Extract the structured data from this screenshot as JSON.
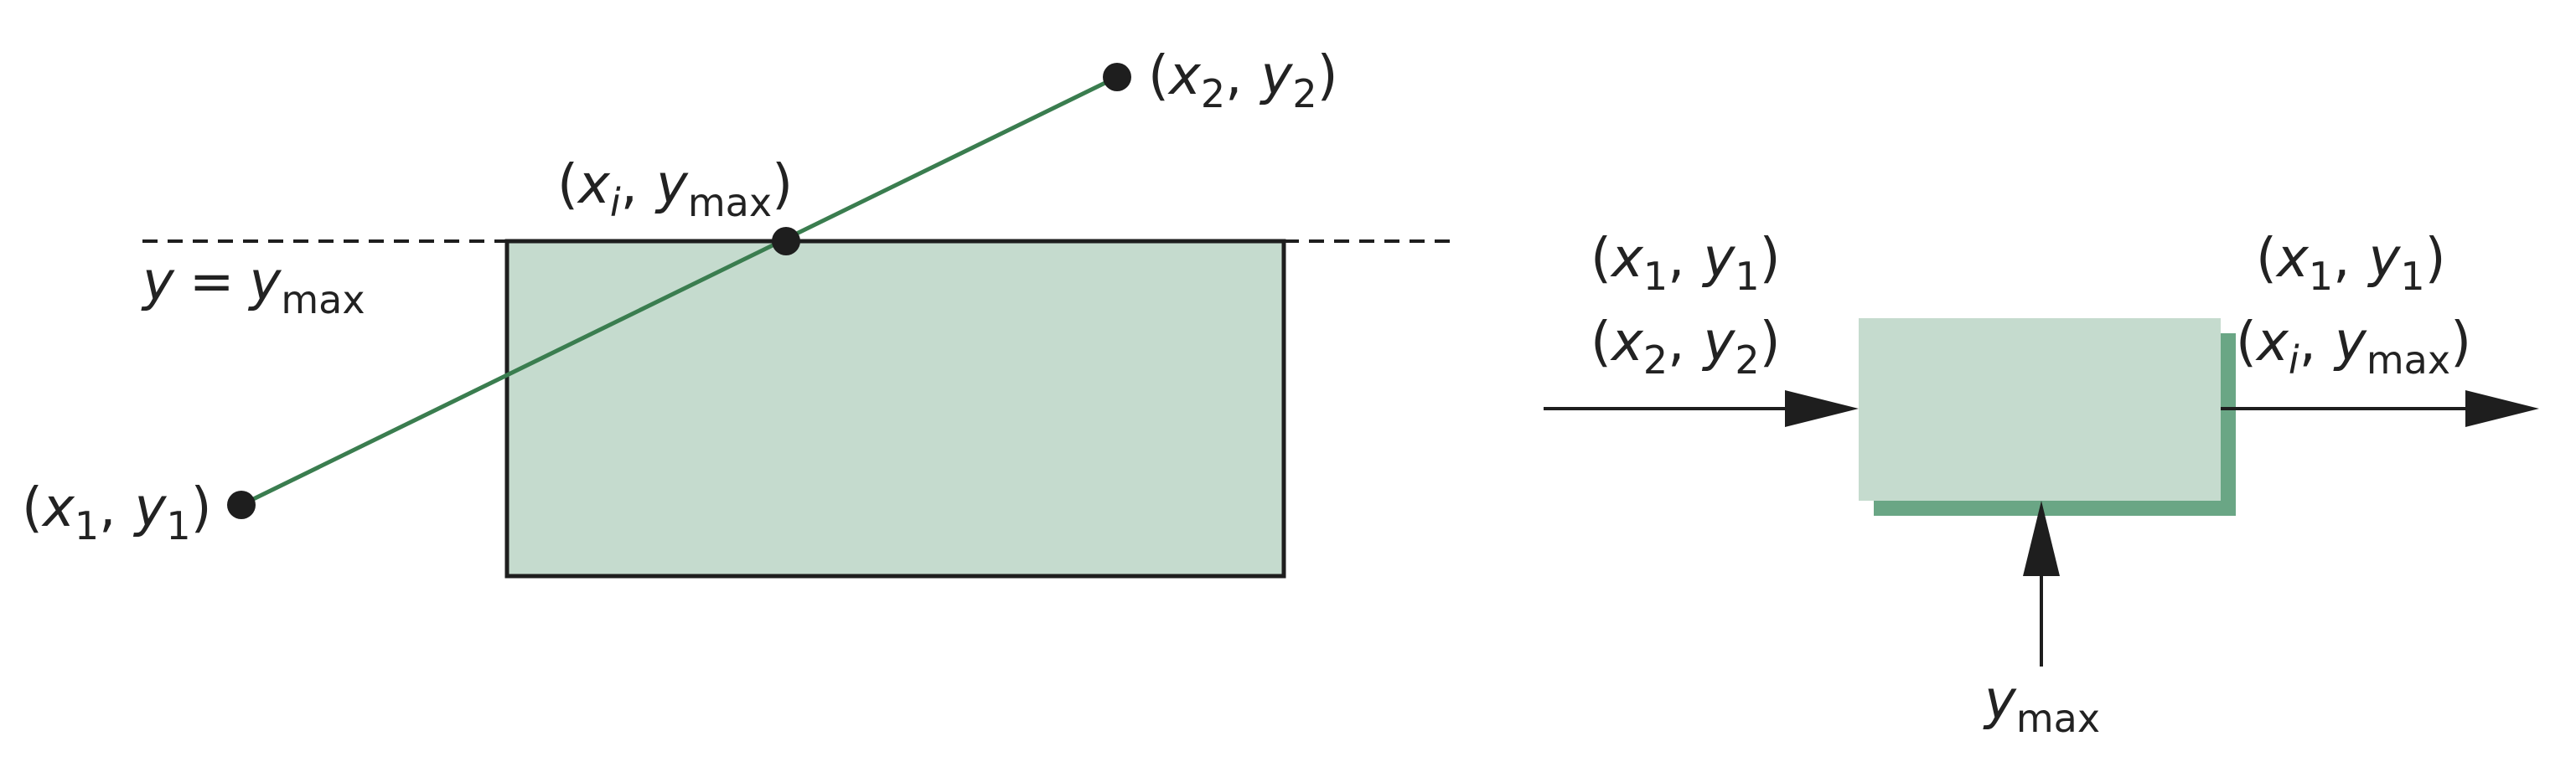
{
  "colors": {
    "fill_light": "#c5dbce",
    "fill_shadow": "#6aa685",
    "line_green": "#3a7d4f",
    "stroke_dark": "#1e1e1e"
  },
  "left_figure": {
    "point_p1": {
      "open": "(",
      "x": "x",
      "x_sub": "1",
      "sep": ",",
      "y": "y",
      "y_sub": "1",
      "close": ")"
    },
    "point_p2": {
      "open": "(",
      "x": "x",
      "x_sub": "2",
      "sep": ",",
      "y": "y",
      "y_sub": "2",
      "close": ")"
    },
    "point_intersection": {
      "open": "(",
      "x": "x",
      "x_sub": "i",
      "sep": ",",
      "y": "y",
      "y_sub": "max",
      "close": ")"
    },
    "boundary_label": {
      "var": "y",
      "eq": "=",
      "rhs": "y",
      "rhs_sub": "max"
    }
  },
  "right_figure": {
    "input_line1": {
      "open": "(",
      "x": "x",
      "x_sub": "1",
      "sep": ",",
      "y": "y",
      "y_sub": "1",
      "close": ")"
    },
    "input_line2": {
      "open": "(",
      "x": "x",
      "x_sub": "2",
      "sep": ",",
      "y": "y",
      "y_sub": "2",
      "close": ")"
    },
    "output_line1": {
      "open": "(",
      "x": "x",
      "x_sub": "1",
      "sep": ",",
      "y": "y",
      "y_sub": "1",
      "close": ")"
    },
    "output_line2": {
      "open": "(",
      "x": "x",
      "x_sub": "i",
      "sep": ",",
      "y": "y",
      "y_sub": "max",
      "close": ")"
    },
    "bottom_input": {
      "var": "y",
      "sub": "max"
    }
  }
}
